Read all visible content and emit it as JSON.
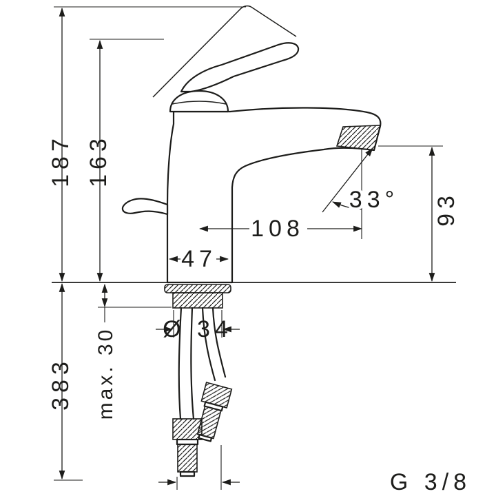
{
  "page": {
    "background": "#ffffff",
    "line_color": "#1d1d1b"
  },
  "drawing": {
    "type": "technical-dimension-drawing",
    "subject": "single-lever basin mixer faucet, side elevation with mounting shank and supply hoses",
    "dimensions": {
      "total_height": "187",
      "body_height": "163",
      "spout_reach": "108",
      "base_width": "47",
      "spout_angle": "33°",
      "outlet_height": "93",
      "tap_hole_diameter": "Ø 34",
      "max_deck_thickness": "max. 30",
      "hose_length": "383",
      "connection_thread": "G 3/8"
    }
  }
}
